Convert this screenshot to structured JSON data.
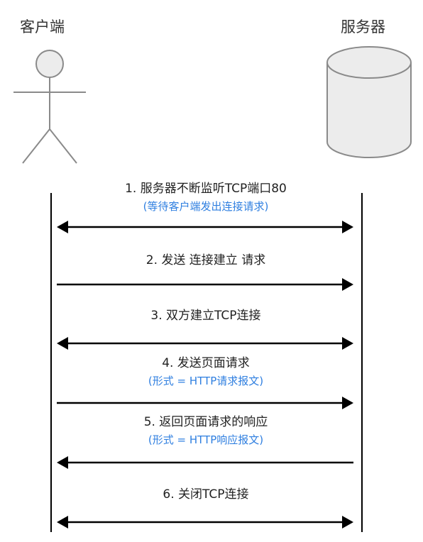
{
  "actors": {
    "client": {
      "label": "客户端",
      "icon": "stick-figure-icon"
    },
    "server": {
      "label": "服务器",
      "icon": "database-cylinder-icon"
    }
  },
  "colors": {
    "line": "#000000",
    "actor_stroke": "#8a8a8a",
    "actor_fill": "#ececec",
    "note_text": "#2f7fe0",
    "main_text": "#222222"
  },
  "messages": [
    {
      "label": "1. 服务器不断监听TCP端口80",
      "note": "(等待客户端发出连接请求)",
      "direction": "both"
    },
    {
      "label": "2. 发送 连接建立 请求",
      "note": "",
      "direction": "right"
    },
    {
      "label": "3. 双方建立TCP连接",
      "note": "",
      "direction": "both"
    },
    {
      "label": "4. 发送页面请求",
      "note": "(形式 = HTTP请求报文)",
      "direction": "right"
    },
    {
      "label": "5. 返回页面请求的响应",
      "note": "(形式 = HTTP响应报文)",
      "direction": "left"
    },
    {
      "label": "6. 关闭TCP连接",
      "note": "",
      "direction": "both"
    }
  ]
}
